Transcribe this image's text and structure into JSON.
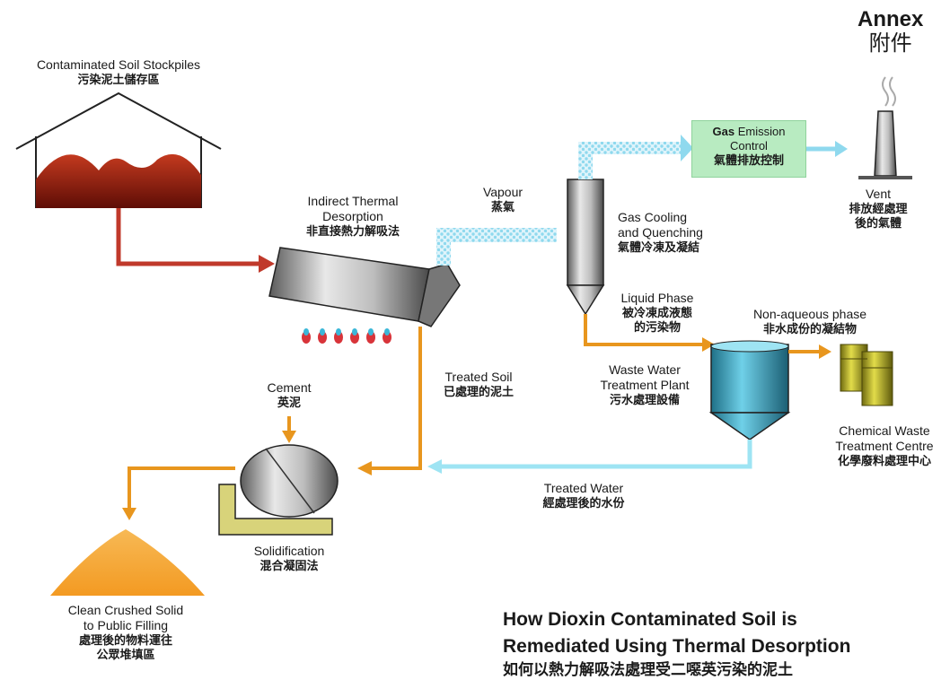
{
  "annex": {
    "en": "Annex",
    "zh": "附件"
  },
  "labels": {
    "stockpiles": {
      "en": "Contaminated Soil Stockpiles",
      "zh": "污染泥土儲存區"
    },
    "desorption": {
      "en1": "Indirect Thermal",
      "en2": "Desorption",
      "zh": "非直接熱力解吸法"
    },
    "vapour": {
      "en": "Vapour",
      "zh": "蒸氣"
    },
    "gas_emission": {
      "en_bold": "Gas",
      "en1": " Emission",
      "en2": "Control",
      "zh": "氣體排放控制"
    },
    "vent": {
      "en": "Vent",
      "zh1": "排放經處理",
      "zh2": "後的氣體"
    },
    "gas_cooling": {
      "en1": "Gas Cooling",
      "en2": "and Quenching",
      "zh": "氣體冷凍及凝結"
    },
    "liquid_phase": {
      "en": "Liquid Phase",
      "zh1": "被冷凍成液態",
      "zh2": "的污染物"
    },
    "non_aqueous": {
      "en": "Non-aqueous phase",
      "zh": "非水成份的凝結物"
    },
    "wwtp": {
      "en1": "Waste Water",
      "en2": "Treatment Plant",
      "zh": "污水處理設備"
    },
    "chem_waste": {
      "en1": "Chemical Waste",
      "en2": "Treatment Centre",
      "zh": "化學廢料處理中心"
    },
    "treated_soil": {
      "en": "Treated Soil",
      "zh": "已處理的泥土"
    },
    "cement": {
      "en": "Cement",
      "zh": "英泥"
    },
    "treated_water": {
      "en": "Treated Water",
      "zh": "經處理後的水份"
    },
    "solidification": {
      "en": "Solidification",
      "zh": "混合凝固法"
    },
    "clean_solid": {
      "en1": "Clean Crushed Solid",
      "en2": "to Public Filling",
      "zh1": "處理後的物料運往",
      "zh2": "公眾堆填區"
    }
  },
  "title": {
    "line1": "How Dioxin Contaminated Soil is",
    "line2": "Remediated Using Thermal Desorption",
    "line3": "如何以熱力解吸法處理受二噁英污染的泥土"
  },
  "colors": {
    "soil_arrow": "#c0392b",
    "treated_arrow": "#e8961e",
    "vapour_dots": "#8fd9ee",
    "gas_box": "#b8ebc1",
    "drums": "#c8c22a"
  }
}
